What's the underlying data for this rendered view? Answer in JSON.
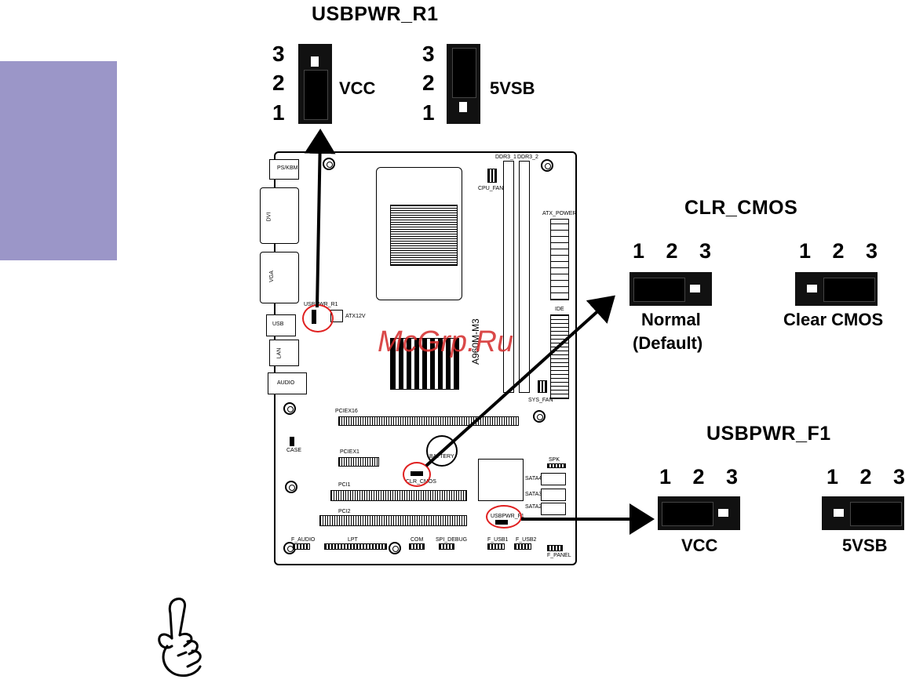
{
  "usbpwr_r1": {
    "title": "USBPWR_R1",
    "vcc": {
      "pins": [
        "3",
        "2",
        "1"
      ],
      "label": "VCC"
    },
    "vsb": {
      "pins": [
        "3",
        "2",
        "1"
      ],
      "label": "5VSB"
    }
  },
  "clr_cmos": {
    "title": "CLR_CMOS",
    "normal": {
      "pins": "1 2 3",
      "label_1": "Normal",
      "label_2": "(Default)"
    },
    "clear": {
      "pins": "1 2 3",
      "label": "Clear CMOS"
    }
  },
  "usbpwr_f1": {
    "title": "USBPWR_F1",
    "vcc": {
      "pins": "1 2 3",
      "label": "VCC"
    },
    "vsb": {
      "pins": "1 2 3",
      "label": "5VSB"
    }
  },
  "board": {
    "model": "A960M-M3",
    "labels": {
      "ps2": "PS/KBM",
      "dvi": "DVI",
      "vga": "VGA",
      "usb": "USB",
      "lan": "LAN",
      "audio": "AUDIO",
      "usbpwr_r1": "USBPWR_R1",
      "atx12v": "ATX12V",
      "cpu_fan": "CPU_FAN",
      "ddr3_1": "DDR3_1",
      "ddr3_2": "DDR3_2",
      "atx_power": "ATX_POWER",
      "ide": "IDE",
      "sys_fan": "SYS_FAN",
      "pciex16": "PCIEX16",
      "pciex1": "PCIEX1",
      "battery": "BATTERY",
      "clr_cmos": "CLR_CMOS",
      "case": "CASE",
      "pci1": "PCI1",
      "pci2": "PCI2",
      "spk": "SPK",
      "sata4": "SATA4",
      "sata3": "SATA3",
      "sata2": "SATA2",
      "usbpwr_f1": "USBPWR_F1",
      "f_audio": "F_AUDIO",
      "lpt": "LPT",
      "com": "COM",
      "spi_debug": "SPI_DEBUG",
      "f_usb1": "F_USB1",
      "f_usb2": "F_USB2",
      "f_panel": "F_PANEL"
    }
  },
  "watermark": "McGrp.Ru",
  "colors": {
    "side_tab": "#9b96c8",
    "highlight": "#e02020"
  },
  "icons": {
    "note": "pointing-hand-icon"
  }
}
